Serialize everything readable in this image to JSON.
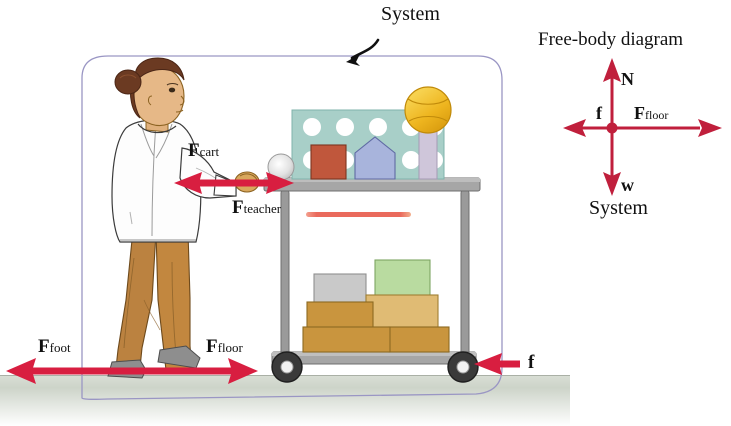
{
  "figure": {
    "type": "physics-force-diagram",
    "title_label": "System",
    "subject": "teacher pushing a cart"
  },
  "colors": {
    "force_arrow": "#D81E40",
    "fbd_arrow": "#C01F3C",
    "system_boundary": "#9a96c4",
    "coat": "#fdfdfd",
    "pants": "#c2873f",
    "hair": "#6b3a22",
    "skin": "#e0b07c",
    "cart_metal": "#9e9e9e",
    "pegboard": "#a8cfc8",
    "ball": "#f0bb2a",
    "red_block": "#c0573c",
    "house_block": "#a8b4dc",
    "column": "#cfc6da",
    "box_tan": "#c9953e",
    "box_light": "#e0bb74",
    "box_green": "#b9dba0",
    "box_gray": "#c9c9c9",
    "ground": "#c3cbc0",
    "coral_line": "#ef6f61",
    "wheel": "#3a3a3a"
  },
  "scene_labels": {
    "system_top": "System",
    "f_cart": {
      "base": "F",
      "sub": "cart"
    },
    "f_teacher": {
      "base": "F",
      "sub": "teacher"
    },
    "f_foot": {
      "base": "F",
      "sub": "foot"
    },
    "f_floor_scene": {
      "base": "F",
      "sub": "floor"
    },
    "friction_scene": "f"
  },
  "free_body_diagram": {
    "title": "Free-body diagram",
    "caption": "System",
    "normal": "N",
    "weight": "w",
    "friction": "f",
    "floor_force": {
      "base": "F",
      "sub": "floor"
    }
  },
  "chart_data": {
    "type": "diagram",
    "title": "Free-body diagram",
    "vectors": [
      {
        "name": "N",
        "label": "N",
        "direction": "up",
        "origin": "center",
        "meaning": "normal force"
      },
      {
        "name": "w",
        "label": "w",
        "direction": "down",
        "origin": "center",
        "meaning": "weight"
      },
      {
        "name": "f",
        "label": "f",
        "direction": "left",
        "origin": "center",
        "meaning": "friction on wheels"
      },
      {
        "name": "F_floor",
        "label": "F floor",
        "direction": "right",
        "origin": "center",
        "meaning": "force of floor on teacher"
      }
    ],
    "scene_vectors": [
      {
        "name": "F_cart",
        "direction": "left",
        "meaning": "force of cart on teacher"
      },
      {
        "name": "F_teacher",
        "direction": "right",
        "meaning": "force of teacher on cart"
      },
      {
        "name": "F_foot",
        "direction": "left",
        "meaning": "force of foot on floor"
      },
      {
        "name": "F_floor",
        "direction": "right",
        "meaning": "force of floor on foot"
      },
      {
        "name": "f",
        "direction": "left",
        "meaning": "friction on cart wheels"
      }
    ]
  }
}
